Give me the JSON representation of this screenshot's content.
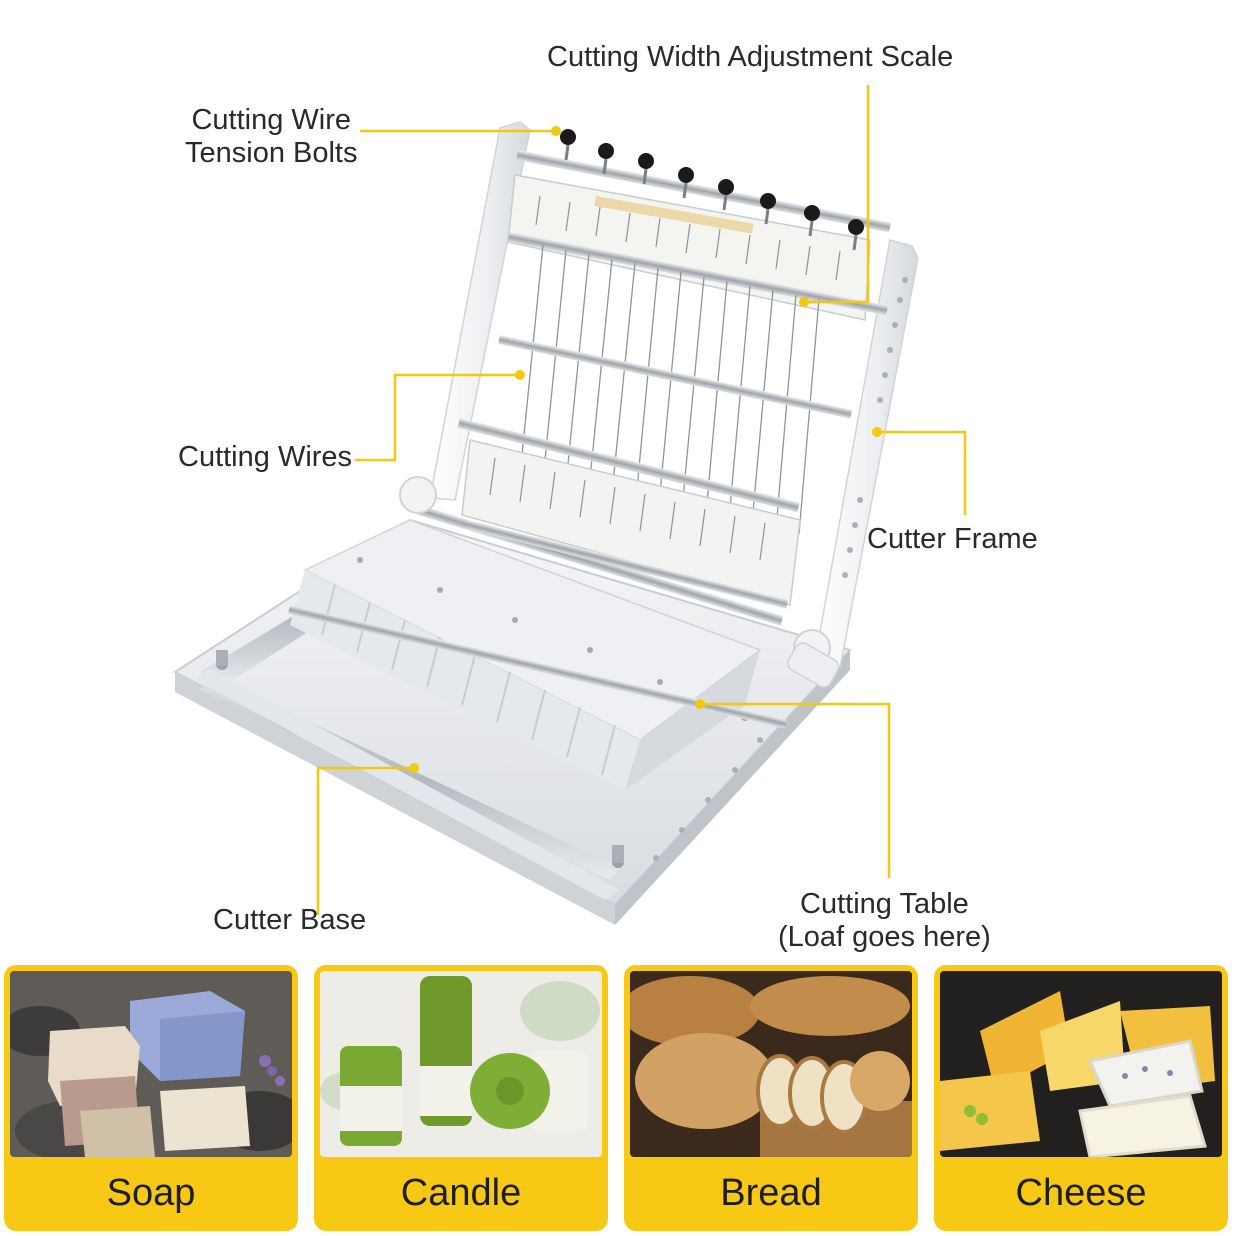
{
  "callouts": {
    "tension_bolts": "Cutting Wire\nTension Bolts",
    "width_scale": "Cutting Width Adjustment Scale",
    "cutting_wires": "Cutting Wires",
    "cutter_frame": "Cutter Frame",
    "cutter_base": "Cutter Base",
    "cutting_table": "Cutting Table\n(Loaf goes here)"
  },
  "uses": [
    {
      "label": "Soap",
      "photo": "soap-bars"
    },
    {
      "label": "Candle",
      "photo": "green-candles"
    },
    {
      "label": "Bread",
      "photo": "bread-loaves"
    },
    {
      "label": "Cheese",
      "photo": "cheese-wedges"
    }
  ],
  "colors": {
    "accent": "#f7c915",
    "leader": "#f3c80e",
    "frame": "#f1f2f4",
    "metal": "#b9bec4",
    "text": "#2a2a2a"
  }
}
